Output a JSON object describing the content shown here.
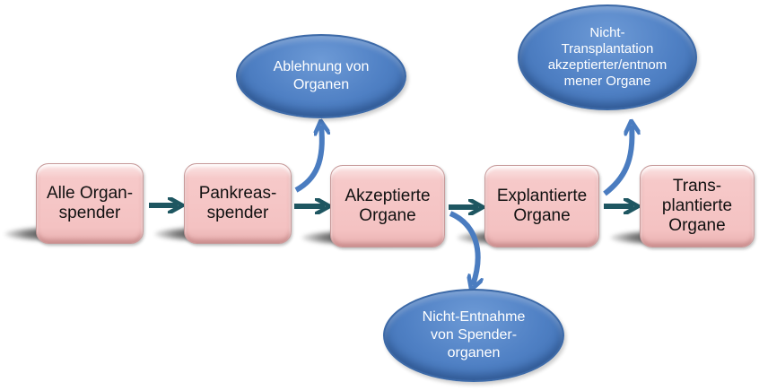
{
  "colors": {
    "box_fill": "#f4c2c2",
    "ellipse_fill": "#4f80c4",
    "main_arrow": "#1e5661",
    "branch_arrow": "#4a7cc0"
  },
  "flow": {
    "boxes": [
      {
        "id": "all-donors",
        "label": "Alle Organ-\nspender"
      },
      {
        "id": "pancreas-donors",
        "label": "Pankreas-\nspender"
      },
      {
        "id": "accepted-organs",
        "label": "Akzeptierte\nOrgane"
      },
      {
        "id": "explanted-organs",
        "label": "Explantierte\nOrgane"
      },
      {
        "id": "transplanted-organs",
        "label": "Trans-\nplantierte\nOrgane"
      }
    ],
    "outcomes": [
      {
        "id": "rejection",
        "label": "Ablehnung von\nOrganen",
        "from": "pancreas-donors"
      },
      {
        "id": "non-retrieval",
        "label": "Nicht-Entnahme\nvon Spender-\norganen",
        "from": "accepted-organs"
      },
      {
        "id": "non-transplantation",
        "label": "Nicht-\nTransplantation\nakzeptierter/entnom\nmener Organe",
        "from": "explanted-organs"
      }
    ]
  }
}
